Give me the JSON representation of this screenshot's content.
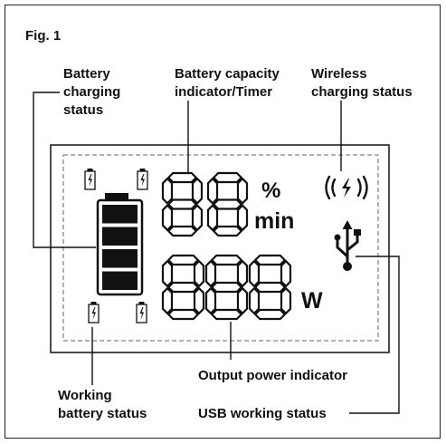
{
  "figure": {
    "title": "Fig. 1"
  },
  "labels": {
    "battery_charging_status": [
      "Battery",
      "charging",
      "status"
    ],
    "battery_capacity": [
      "Battery capacity",
      "indicator/Timer"
    ],
    "wireless_charging": [
      "Wireless",
      "charging status"
    ],
    "output_power": "Output power indicator",
    "working_battery": [
      "Working",
      "battery status"
    ],
    "usb_working": "USB working status"
  },
  "display": {
    "top_digits": "88",
    "bottom_digits": "888",
    "unit_percent": "%",
    "unit_min": "min",
    "unit_watt": "W",
    "battery_bar_count": 4
  },
  "icons": {
    "small_battery": "battery-bolt-icon",
    "wireless": "wireless-charging-icon",
    "usb": "usb-icon"
  },
  "colors": {
    "ink": "#111111",
    "background": "#ffffff"
  }
}
